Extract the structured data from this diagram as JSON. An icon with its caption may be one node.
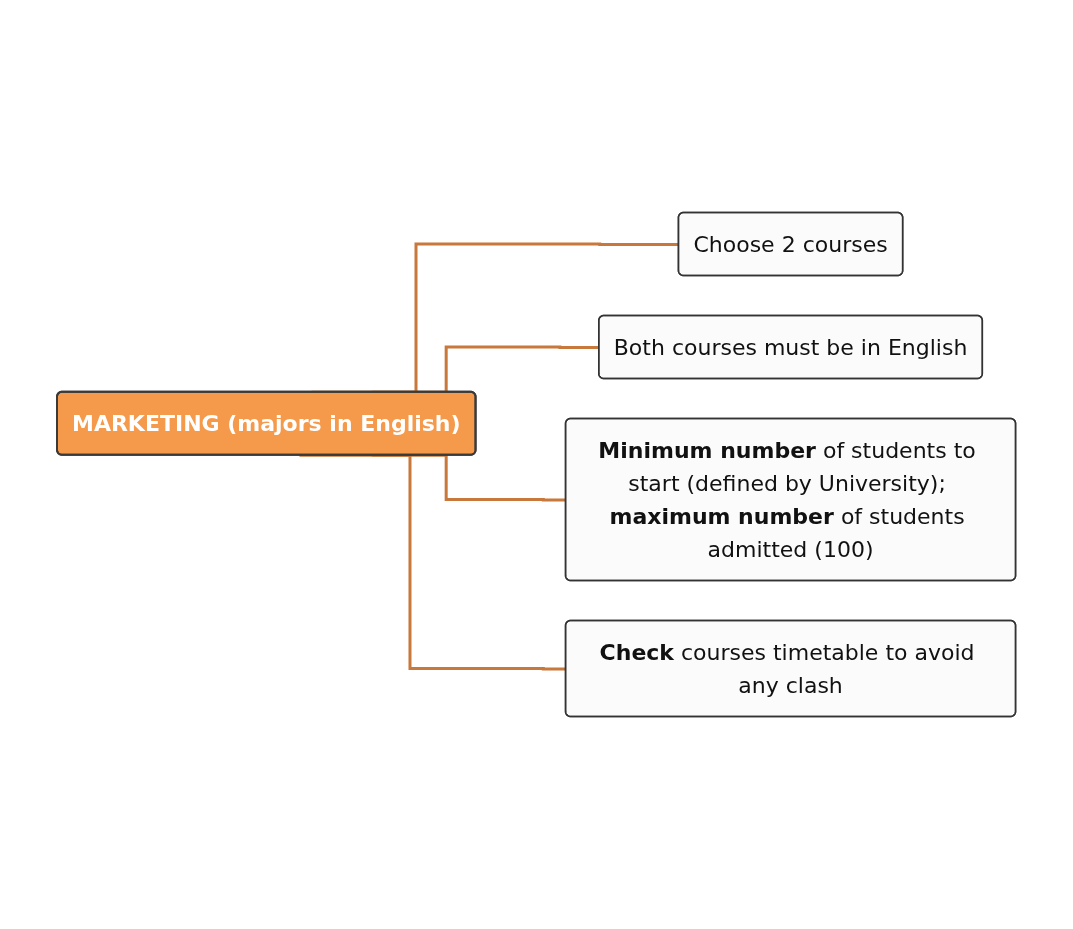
{
  "diagram": {
    "nodes": [
      {
        "text": [
          "MARKETING (majors in English)"
        ]
      },
      {
        "text": [
          "Choose 2 courses"
        ]
      },
      {
        "text": [
          "Both courses must be in English"
        ]
      },
      {
        "text": [
          "**Minimum number** of students to start (defined by University); **maximum number** of students admitted (100)"
        ]
      },
      {
        "text": [
          "**Check** courses timetable to avoid any clash"
        ]
      }
    ],
    "edges": [
      {
        "from": 0,
        "to": 1,
        "arrow": "none"
      },
      {
        "from": 0,
        "to": 2,
        "arrow": "none"
      },
      {
        "from": 0,
        "to": 3,
        "arrow": "none"
      },
      {
        "from": 0,
        "to": 4,
        "arrow": "none"
      }
    ]
  }
}
